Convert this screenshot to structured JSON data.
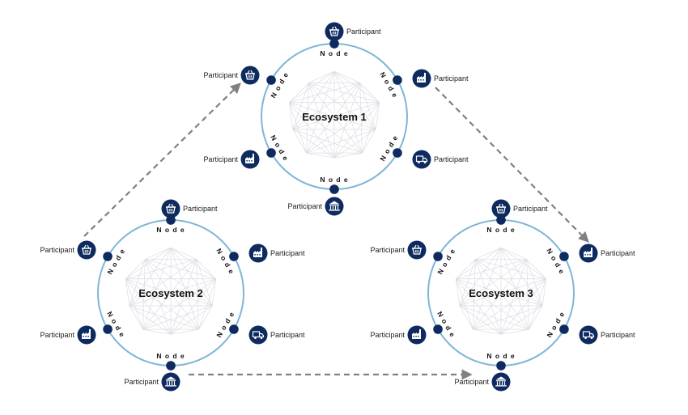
{
  "ecosystems": [
    {
      "title": "Ecosystem 1"
    },
    {
      "title": "Ecosystem 2"
    },
    {
      "title": "Ecosystem 3"
    }
  ],
  "node_label": "Node",
  "participant_label": "Participant",
  "participant_icons": [
    "basket-icon",
    "factory-icon",
    "truck-icon",
    "bank-icon"
  ],
  "colors": {
    "ring": "#7fb6d6",
    "node": "#0e2a5e",
    "icon_bg": "#0e2a5e",
    "icon_fg": "#ffffff",
    "arrow": "#808080",
    "mesh": "#dcdce4"
  }
}
